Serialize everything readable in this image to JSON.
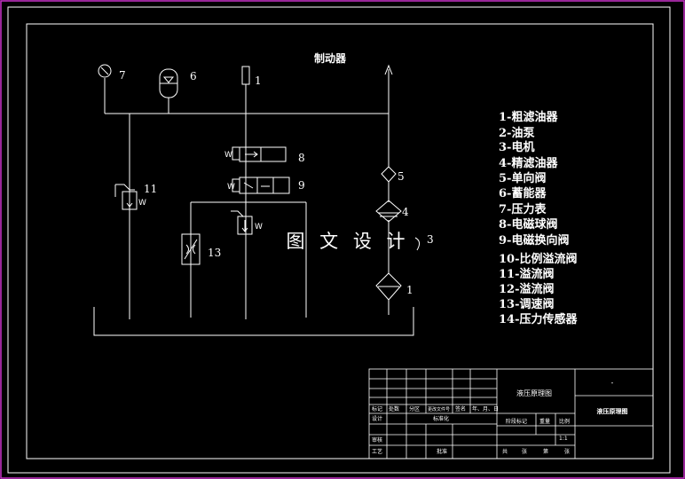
{
  "drawing": {
    "top_label": "制动器",
    "watermark": "图 文 设 计",
    "colors": {
      "line": "#ffffff",
      "frame": "#ff00ff",
      "background": "#000000"
    },
    "component_labels": {
      "gauge": "7",
      "accumulator": "6",
      "motor": "1",
      "valve_8": "8",
      "valve_9": "9",
      "valve_11": "11",
      "valve_12_w": "W",
      "speed_valve": "13",
      "check_valve": "5",
      "filter_4": "4",
      "filter_1": "1",
      "pump": "3",
      "w_8": "W",
      "w_9": "W",
      "w_11": "W"
    },
    "legend": [
      "1-粗滤油器",
      "2-油泵",
      "3-电机",
      "4-精滤油器",
      "5-单向阀",
      "6-蓄能器",
      "7-压力表",
      "8-电磁球阀",
      "9-电磁换向阀",
      "10-比例溢流阀",
      "11-溢流阀",
      "12-溢流阀",
      "13-调速阀",
      "14-压力传感器"
    ]
  },
  "title_block": {
    "drawing_name": "液压原理图",
    "dash": "-",
    "title_right": "液压原理图",
    "row_headers": [
      "标记",
      "处数",
      "分区",
      "更改文件号",
      "签名",
      "年、月、日"
    ],
    "design": "设计",
    "standard": "标准化",
    "stage_mark": "阶段标记",
    "weight": "重量",
    "scale": "比例",
    "scale_value": "1:1",
    "review": "审核",
    "process": "工艺",
    "approve": "批准",
    "total": "共",
    "sheet": "张",
    "no": "第",
    "sheet2": "张"
  }
}
